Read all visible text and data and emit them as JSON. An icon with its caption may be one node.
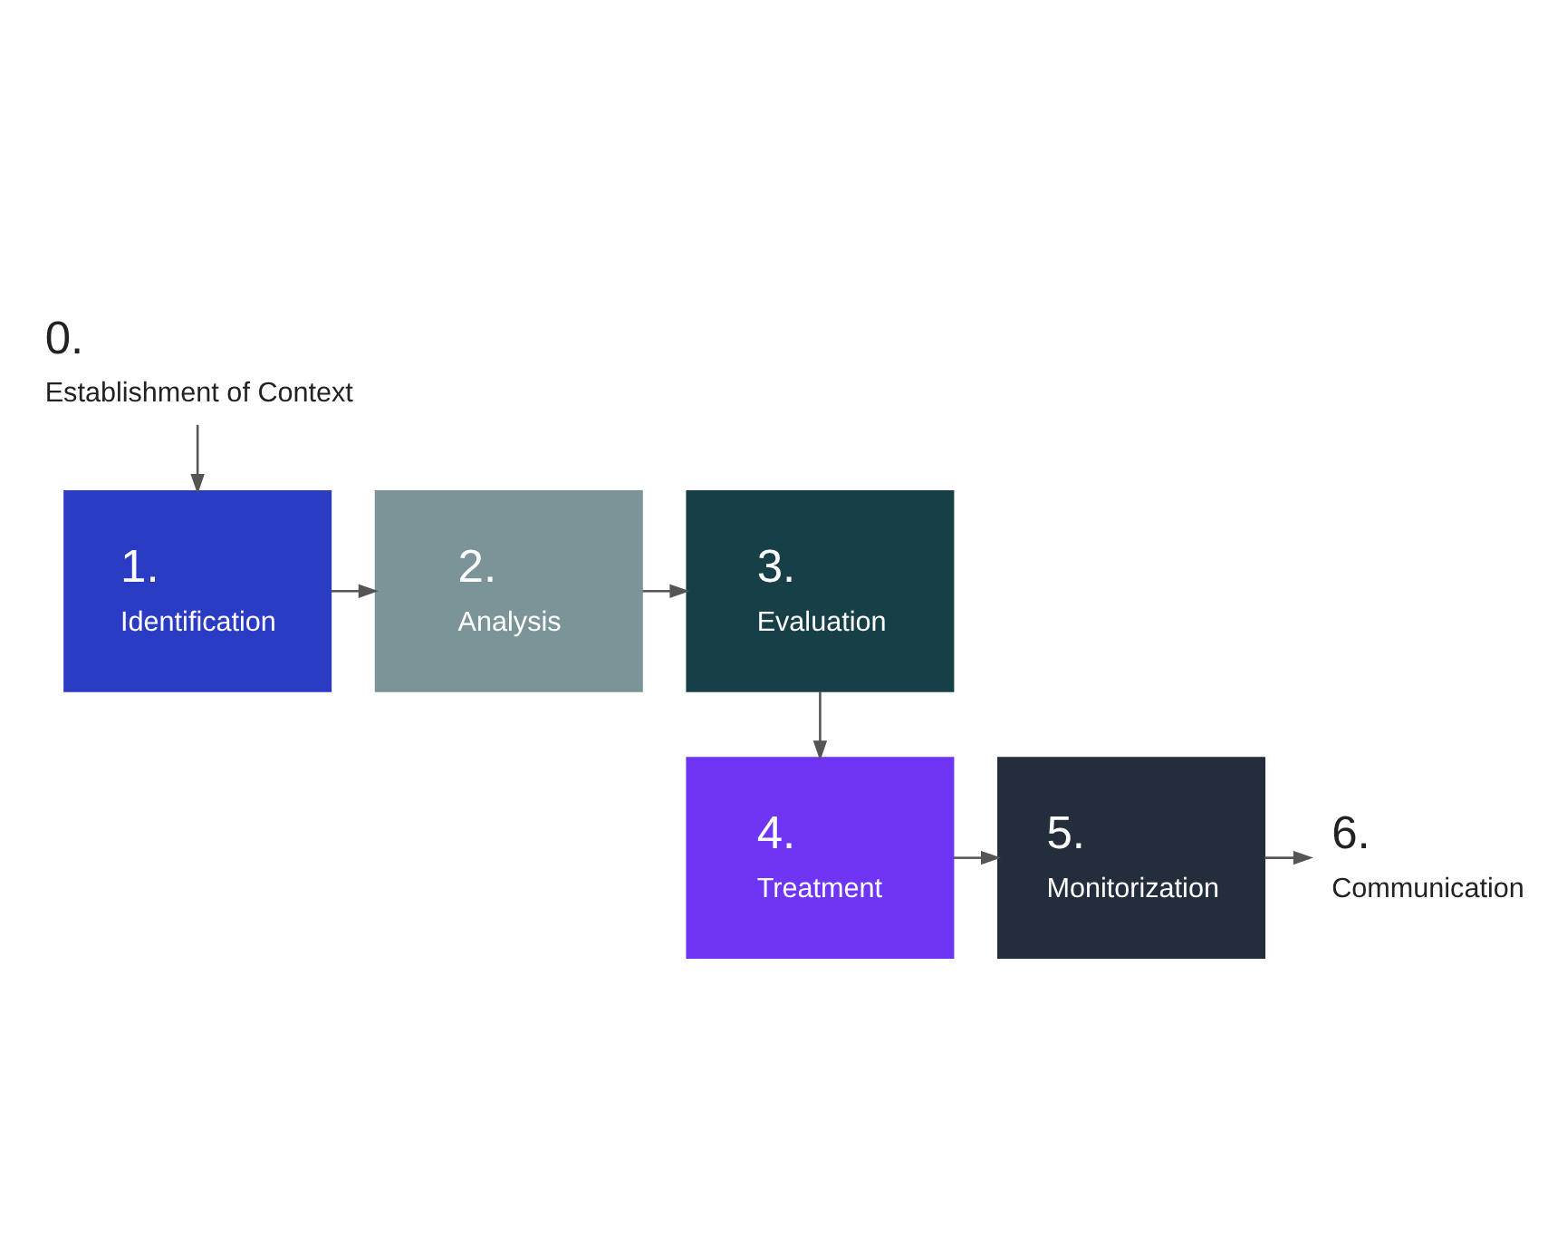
{
  "diagram": {
    "nodes": [
      {
        "text": [
          "0.",
          "Establishment of Context"
        ]
      },
      {
        "text": [
          "1.",
          "Identification"
        ]
      },
      {
        "text": [
          "2.",
          "Analysis"
        ]
      },
      {
        "text": [
          "3.",
          "Evaluation"
        ]
      },
      {
        "text": [
          "4.",
          "Treatment"
        ]
      },
      {
        "text": [
          "5.",
          "Monitorization"
        ]
      },
      {
        "text": [
          "6.",
          "Communication"
        ]
      }
    ],
    "edges": [
      {
        "from": 0,
        "to": 1,
        "arrow": "to"
      },
      {
        "from": 1,
        "to": 2,
        "arrow": "to"
      },
      {
        "from": 2,
        "to": 3,
        "arrow": "to"
      },
      {
        "from": 3,
        "to": 4,
        "arrow": "to"
      },
      {
        "from": 4,
        "to": 5,
        "arrow": "to"
      },
      {
        "from": 5,
        "to": 6,
        "arrow": "to"
      }
    ]
  }
}
